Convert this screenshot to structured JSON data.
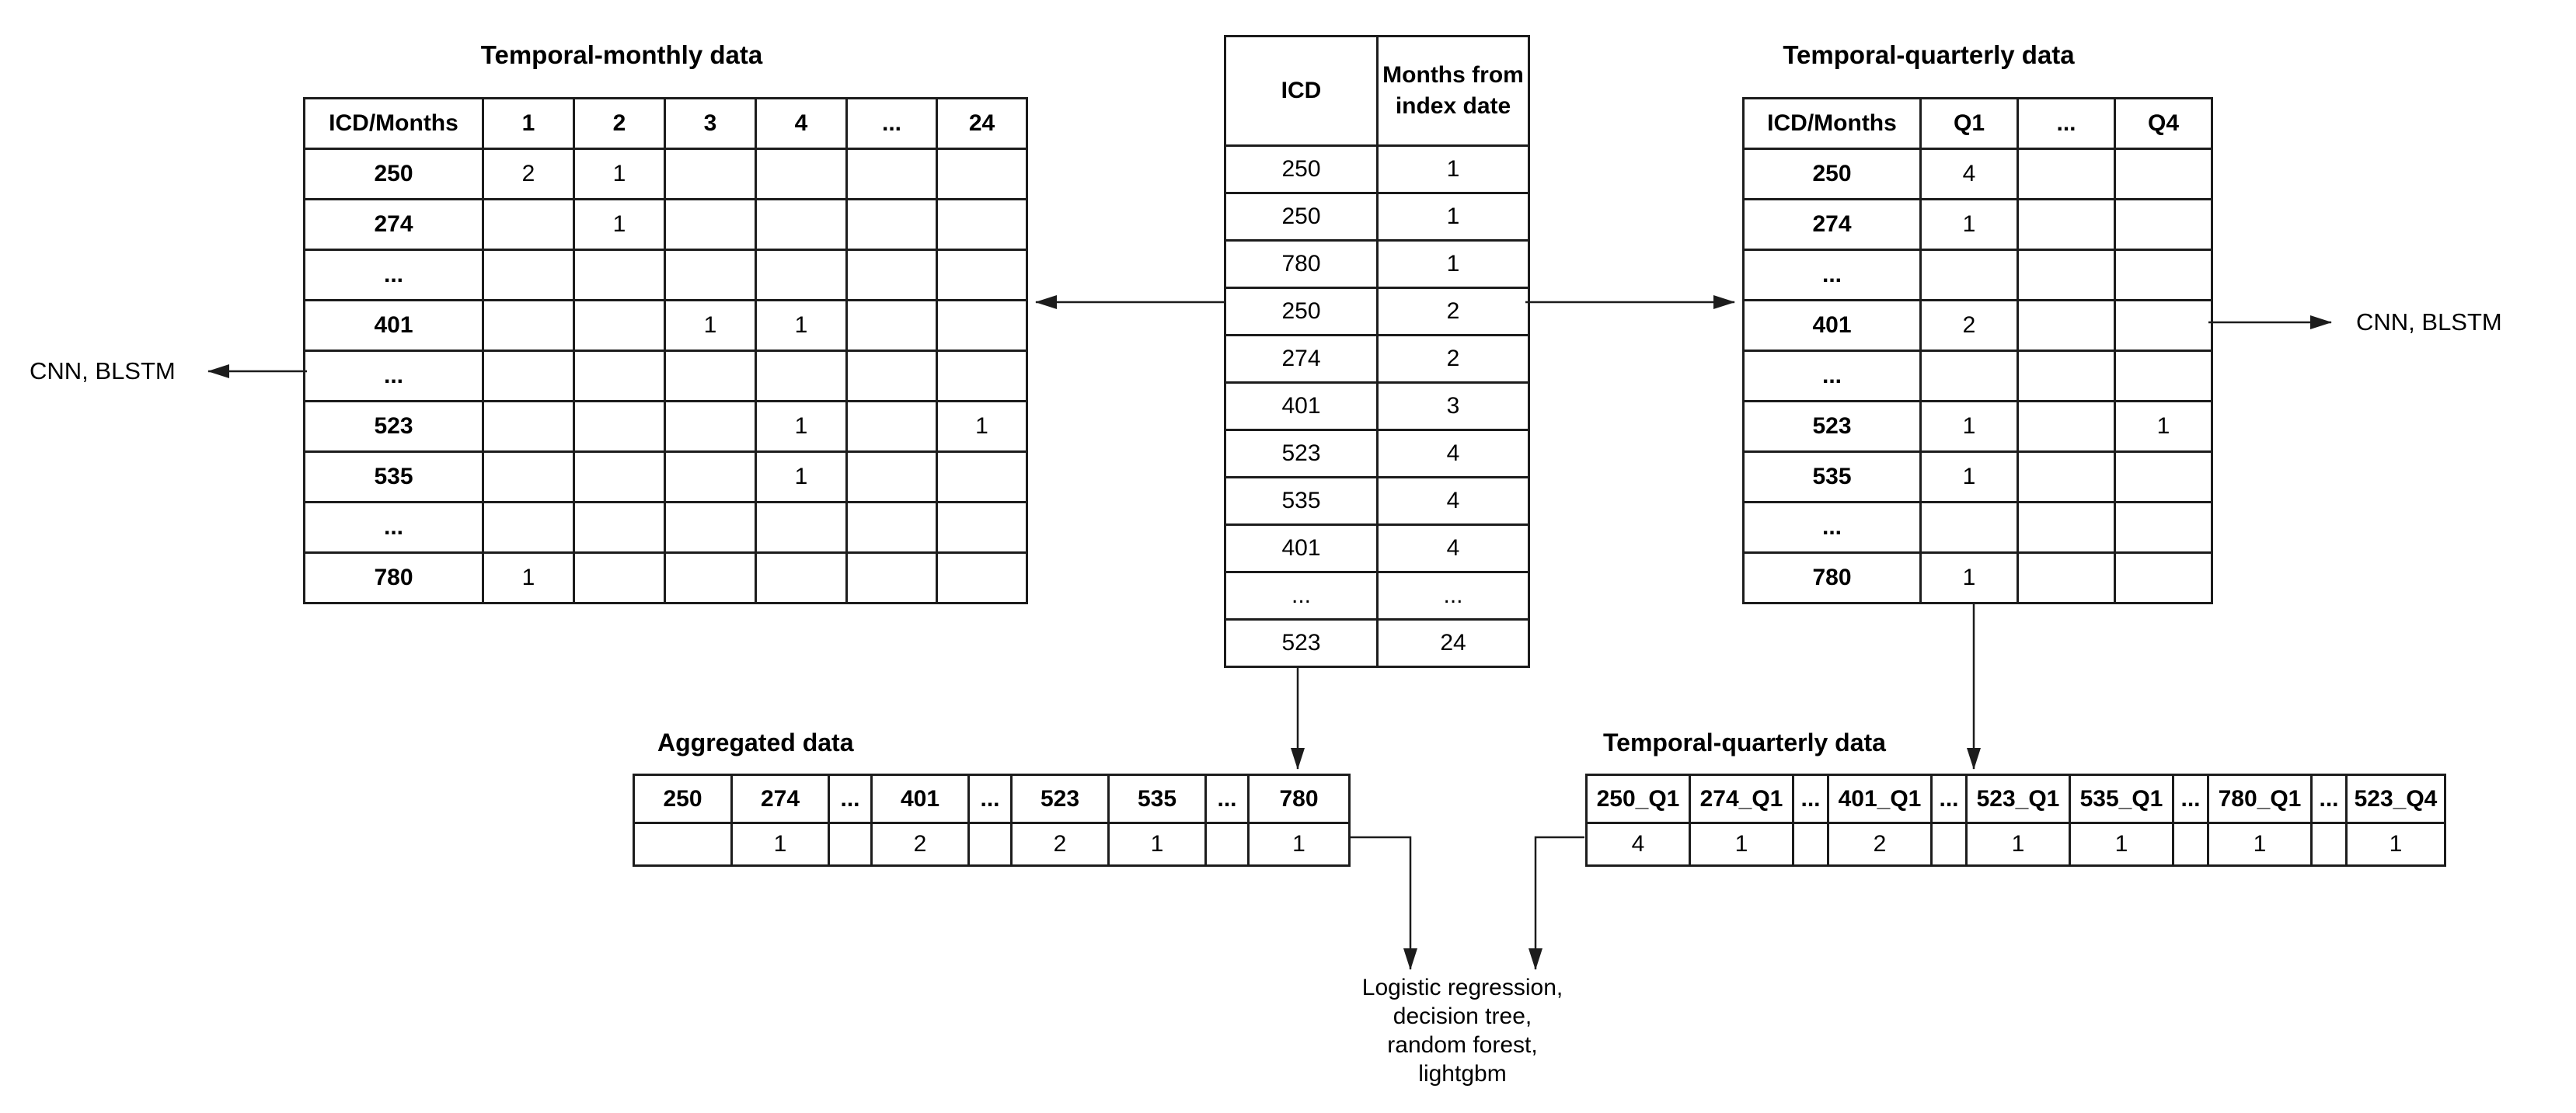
{
  "colors": {
    "background": "#ffffff",
    "line": "#1c1c1c",
    "text": "#000000"
  },
  "tables": {
    "monthly": {
      "title": "Temporal-monthly data",
      "headers": [
        "ICD/Months",
        "1",
        "2",
        "3",
        "4",
        "...",
        "24"
      ],
      "rows": [
        [
          "250",
          "2",
          "1",
          "",
          "",
          "",
          ""
        ],
        [
          "274",
          "",
          "1",
          "",
          "",
          "",
          ""
        ],
        [
          "...",
          "",
          "",
          "",
          "",
          "",
          ""
        ],
        [
          "401",
          "",
          "",
          "1",
          "1",
          "",
          ""
        ],
        [
          "...",
          "",
          "",
          "",
          "",
          "",
          ""
        ],
        [
          "523",
          "",
          "",
          "",
          "1",
          "",
          "1"
        ],
        [
          "535",
          "",
          "",
          "",
          "1",
          "",
          ""
        ],
        [
          "...",
          "",
          "",
          "",
          "",
          "",
          ""
        ],
        [
          "780",
          "1",
          "",
          "",
          "",
          "",
          ""
        ]
      ]
    },
    "source": {
      "headers": [
        "ICD",
        "Months from index date"
      ],
      "rows": [
        [
          "250",
          "1"
        ],
        [
          "250",
          "1"
        ],
        [
          "780",
          "1"
        ],
        [
          "250",
          "2"
        ],
        [
          "274",
          "2"
        ],
        [
          "401",
          "3"
        ],
        [
          "523",
          "4"
        ],
        [
          "535",
          "4"
        ],
        [
          "401",
          "4"
        ],
        [
          "...",
          "..."
        ],
        [
          "523",
          "24"
        ]
      ]
    },
    "quarterly": {
      "title": "Temporal-quarterly data",
      "headers": [
        "ICD/Months",
        "Q1",
        "...",
        "Q4"
      ],
      "rows": [
        [
          "250",
          "4",
          "",
          ""
        ],
        [
          "274",
          "1",
          "",
          ""
        ],
        [
          "...",
          "",
          "",
          ""
        ],
        [
          "401",
          "2",
          "",
          ""
        ],
        [
          "...",
          "",
          "",
          ""
        ],
        [
          "523",
          "1",
          "",
          "1"
        ],
        [
          "535",
          "1",
          "",
          ""
        ],
        [
          "...",
          "",
          "",
          ""
        ],
        [
          "780",
          "1",
          "",
          ""
        ]
      ]
    },
    "aggregated": {
      "title": "Aggregated data",
      "headers": [
        "250",
        "274",
        "...",
        "401",
        "...",
        "523",
        "535",
        "...",
        "780"
      ],
      "rows": [
        [
          "",
          "1",
          "",
          "2",
          "",
          "2",
          "1",
          "",
          "1"
        ]
      ]
    },
    "quarterly_wide": {
      "title": "Temporal-quarterly data",
      "headers": [
        "250_Q1",
        "274_Q1",
        "...",
        "401_Q1",
        "...",
        "523_Q1",
        "535_Q1",
        "...",
        "780_Q1",
        "...",
        "523_Q4"
      ],
      "rows": [
        [
          "4",
          "1",
          "",
          "2",
          "",
          "1",
          "1",
          "",
          "1",
          "",
          "1"
        ]
      ]
    }
  },
  "labels": {
    "models_monthly": "CNN, BLSTM",
    "models_quarterly": "CNN, BLSTM",
    "models_bottom": "Logistic regression,\ndecision tree,\nrandom forest,\nlightgbm"
  }
}
